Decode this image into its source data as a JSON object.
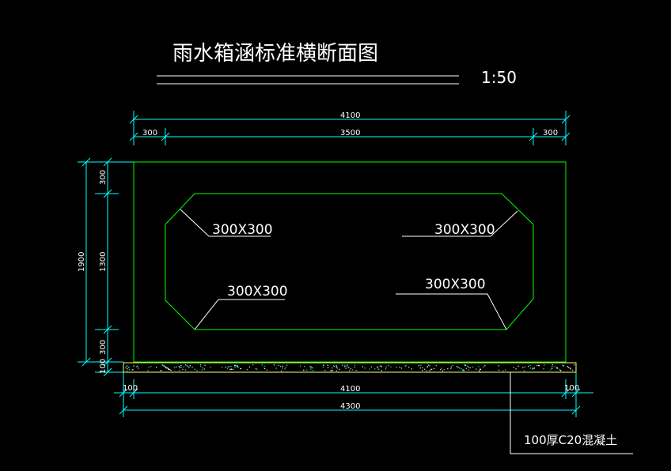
{
  "drawing": {
    "title": "雨水箱涵标准横断面图",
    "scale": "1:50"
  },
  "dimensions": {
    "top_total": "4100",
    "top_left": "300",
    "top_middle": "3500",
    "top_right": "300",
    "left_total": "1900",
    "left_top": "300",
    "left_middle": "1300",
    "left_bottom": "300",
    "left_base": "100",
    "bottom_inner": "4100",
    "bottom_left": "100",
    "bottom_right": "100",
    "bottom_total": "4300"
  },
  "haunches": {
    "top_left": "300X300",
    "top_right": "300X300",
    "bottom_left": "300X300",
    "bottom_right": "300X300"
  },
  "notes": {
    "base_concrete": "100厚C20混凝土"
  },
  "colors": {
    "outline": "#00ff00",
    "dimension": "#00ffff",
    "base": "#ffff66",
    "text": "#ffffff"
  }
}
